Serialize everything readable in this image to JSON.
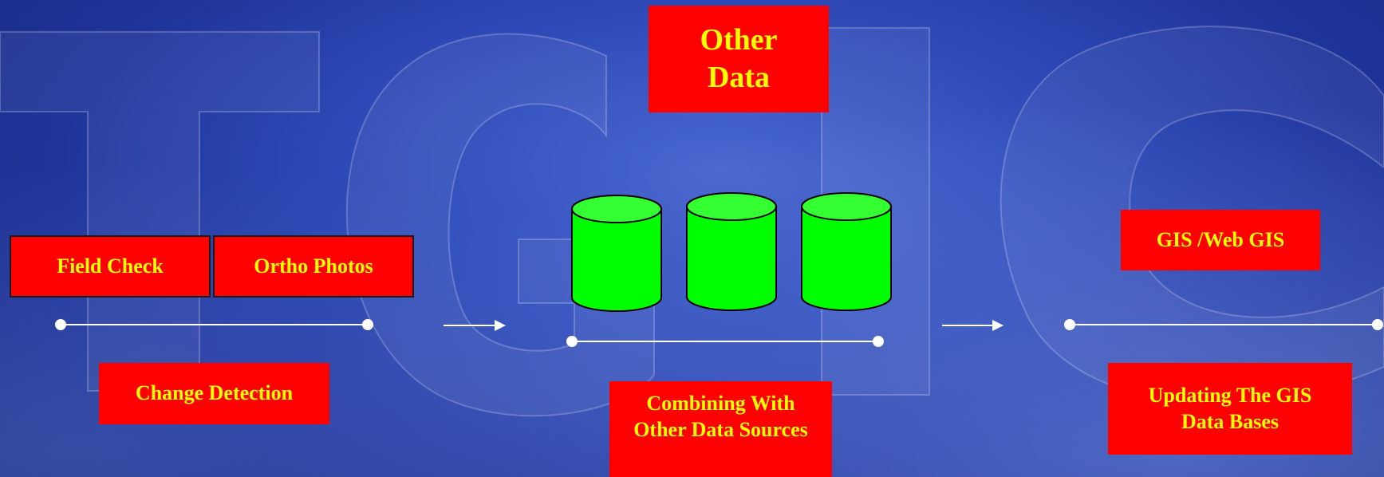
{
  "watermark_letters": "TGIC",
  "boxes": {
    "other_data": "Other Data",
    "field_check": "Field Check",
    "ortho_photos": "Ortho Photos",
    "gis_web_gis": "GIS /Web GIS",
    "change_detection": "Change Detection",
    "combining": "Combining With Other Data Sources",
    "updating": "Updating The GIS Data Bases"
  },
  "colors": {
    "box_fill": "#ff0000",
    "box_text": "#ffff00",
    "cylinder_fill": "#00ff00",
    "cylinder_top": "#33ff33",
    "line_color": "#ffffff"
  },
  "database_icons": [
    "database-icon",
    "database-icon",
    "database-icon"
  ]
}
